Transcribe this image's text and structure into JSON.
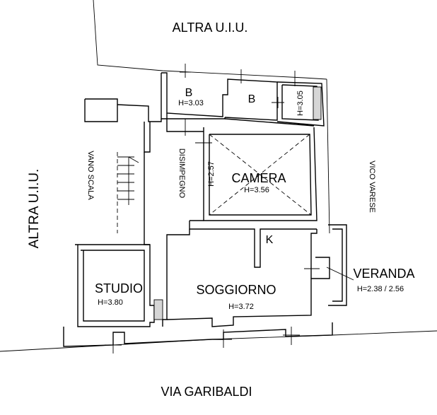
{
  "labels": {
    "north_neighbor": "ALTRA U.I.U.",
    "west_neighbor": "ALTRA U.I.U.",
    "street_south": "VIA GARIBALDI",
    "street_east": "VICO VARESE",
    "stair": "VANO SCALA",
    "corridor": "DISIMPEGNO"
  },
  "rooms": [
    {
      "id": "b1",
      "name": "B",
      "height": "H=3.03"
    },
    {
      "id": "b2",
      "name": "B",
      "height": ""
    },
    {
      "id": "b3",
      "name": "",
      "height": "H=3.05"
    },
    {
      "id": "camera",
      "name": "CAMERA",
      "height": "H=3.56"
    },
    {
      "id": "kitchen",
      "name": "K",
      "height": ""
    },
    {
      "id": "studio",
      "name": "STUDIO",
      "height": "H=3.80"
    },
    {
      "id": "soggiorno",
      "name": "SOGGIORNO",
      "height": "H=3.72"
    },
    {
      "id": "veranda",
      "name": "VERANDA",
      "height": "H=2.38 / 2.56"
    }
  ],
  "extra_heights": {
    "corridor": "H=2.57"
  }
}
